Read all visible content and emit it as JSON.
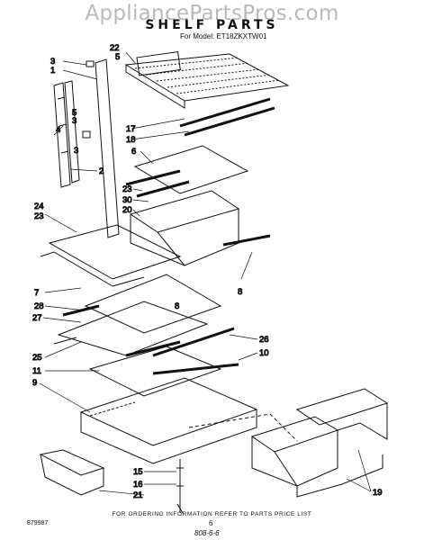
{
  "watermark": "AppliancePartsPros.com",
  "title": "SHELF PARTS",
  "model_line": "For Model: ET18ZKXTW01",
  "footer_note": "FOR ORDERING INFORMATION REFER TO PARTS PRICE LIST",
  "page_number": "6",
  "diagram_code": "879987",
  "stamp": "808-6-6",
  "callouts": [
    "22",
    "5",
    "3",
    "1",
    "17",
    "18",
    "6",
    "4",
    "5",
    "3",
    "2",
    "3",
    "23",
    "30",
    "20",
    "24",
    "23",
    "8",
    "7",
    "28",
    "8",
    "27",
    "25",
    "26",
    "11",
    "10",
    "9",
    "15",
    "16",
    "21",
    "19"
  ]
}
